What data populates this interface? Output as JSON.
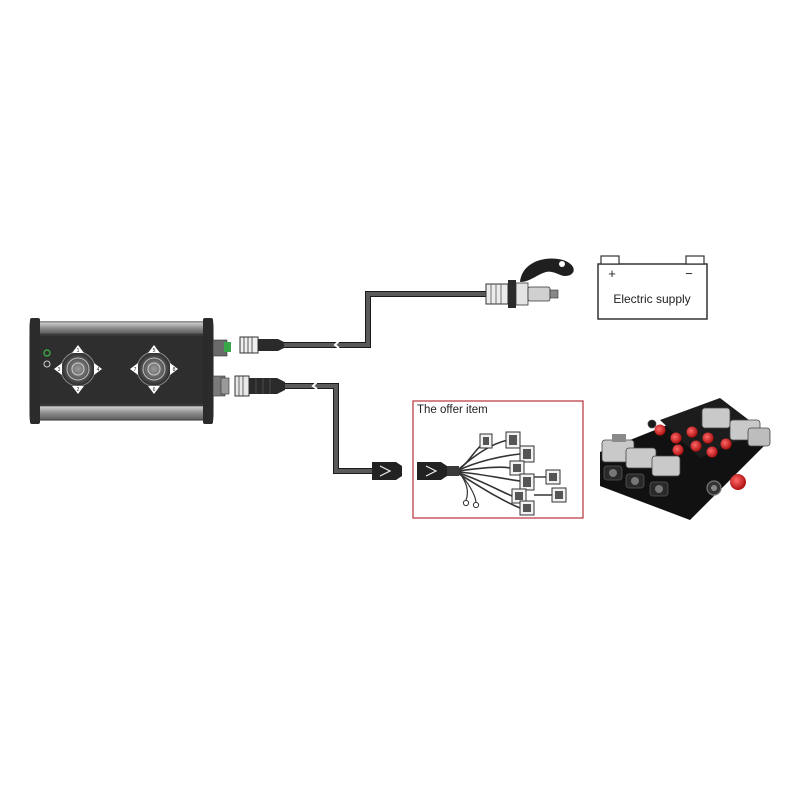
{
  "battery": {
    "label": "Electric supply",
    "positive": "+",
    "negative": "−"
  },
  "offer": {
    "title": "The offer item",
    "frame_color": "#b8323a"
  },
  "joystick_arrows": {
    "left_stick": {
      "up": "1",
      "down": "2",
      "left": "3",
      "right": "4"
    },
    "right_stick": {
      "up": "5",
      "down": "6",
      "left": "7",
      "right": "8"
    }
  },
  "cable_count": 8,
  "valve_section_count": 4,
  "colors": {
    "cable": "#4a4a4a",
    "housing": "#2e2e2e",
    "rail": "#9a9a9a",
    "valve_body": "#1c1c1c",
    "valve_cap_red": "#e02a2a",
    "coil_silver": "#c9c9c9",
    "power_led": "#3aa64a"
  }
}
